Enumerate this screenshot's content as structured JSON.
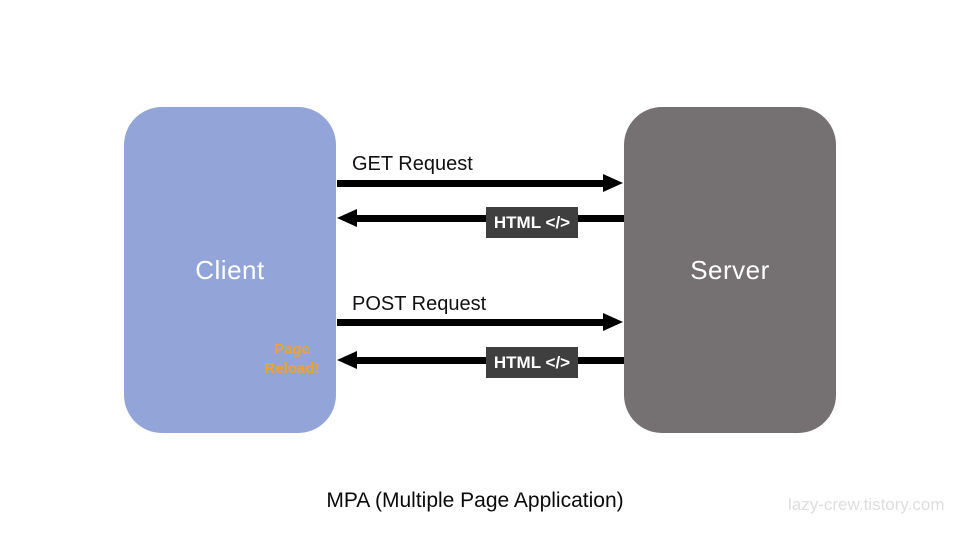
{
  "nodes": {
    "client": {
      "label": "Client",
      "fill": "#93A5D8",
      "text_color": "#FFFFFF"
    },
    "server": {
      "label": "Server",
      "fill": "#757072",
      "text_color": "#FFFFFF"
    }
  },
  "flows": [
    {
      "label": "GET Request",
      "from": "client",
      "to": "server",
      "direction": "right"
    },
    {
      "label": "HTML </>",
      "from": "server",
      "to": "client",
      "direction": "left"
    },
    {
      "label": "POST Request",
      "from": "client",
      "to": "server",
      "direction": "right"
    },
    {
      "label": "HTML </>",
      "from": "server",
      "to": "client",
      "direction": "left"
    }
  ],
  "annotations": {
    "page_reload": {
      "line1": "Page",
      "line2": "Reload!",
      "color": "#EFA32B"
    }
  },
  "caption": "MPA (Multiple Page Application)",
  "watermark": "lazy-crew.tistory.com",
  "colors": {
    "arrow": "#000000",
    "badge_bg": "#3F3F3F",
    "badge_text": "#FFFFFF",
    "watermark_text": "#DEDEDE",
    "background": "#FFFFFF"
  }
}
